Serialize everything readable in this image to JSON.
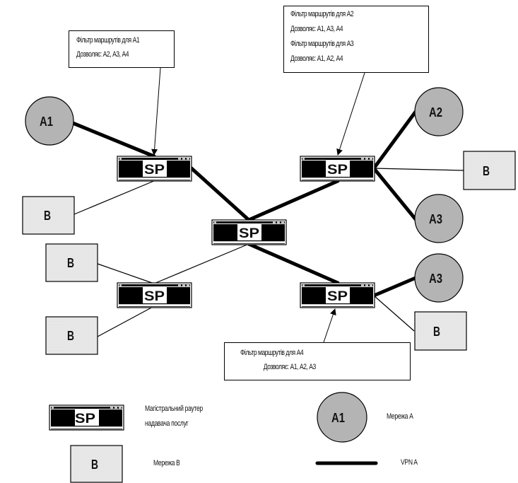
{
  "callouts": {
    "a1_filter": {
      "lines": [
        "Фільтр маршрутів для А1",
        "Дозволяє: А2, А3, А4"
      ]
    },
    "a2_a3_filter": {
      "lines": [
        "Фільтр маршрутів для А2",
        "Дозволяє: А1, А3, А4",
        "Фільтр маршрутів для А3",
        "Дозволяє: А1, А2, А4"
      ]
    },
    "a4_filter": {
      "lines": [
        "Фільтр маршрутів для А4",
        "Дозволяє: А1, А2, А3"
      ]
    }
  },
  "nodes": {
    "router_label": "SP",
    "a_networks": [
      "A1",
      "A2",
      "A3",
      "A3"
    ],
    "b_network_label": "B"
  },
  "legend": {
    "router_label": "SP",
    "router_desc_line1": "Магістральний раутер",
    "router_desc_line2": "надавача послуг",
    "b_label": "B",
    "b_desc": "Мережа В",
    "a_label": "A1",
    "a_desc": "Мережа А",
    "vpn_desc": "VPN A"
  },
  "colors": {
    "a_network_fill": "#b4b4b4",
    "b_network_fill": "#e6e6e6",
    "vpn_line": "#000000",
    "router_body": "#000000"
  }
}
